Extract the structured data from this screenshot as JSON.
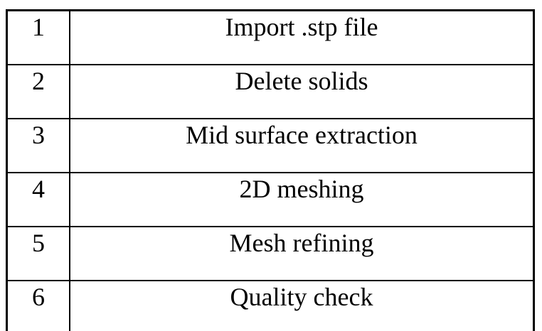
{
  "table": {
    "description": "workflow-steps-table",
    "columns": [
      "step-number",
      "step-description"
    ],
    "rows": [
      {
        "num": "1",
        "label": "Import .stp file"
      },
      {
        "num": "2",
        "label": "Delete solids"
      },
      {
        "num": "3",
        "label": "Mid surface extraction"
      },
      {
        "num": "4",
        "label": "2D meshing"
      },
      {
        "num": "5",
        "label": "Mesh refining"
      },
      {
        "num": "6",
        "label": "Quality check"
      }
    ]
  },
  "colors": {
    "border": "#000000",
    "text": "#000000",
    "background": "#ffffff"
  }
}
